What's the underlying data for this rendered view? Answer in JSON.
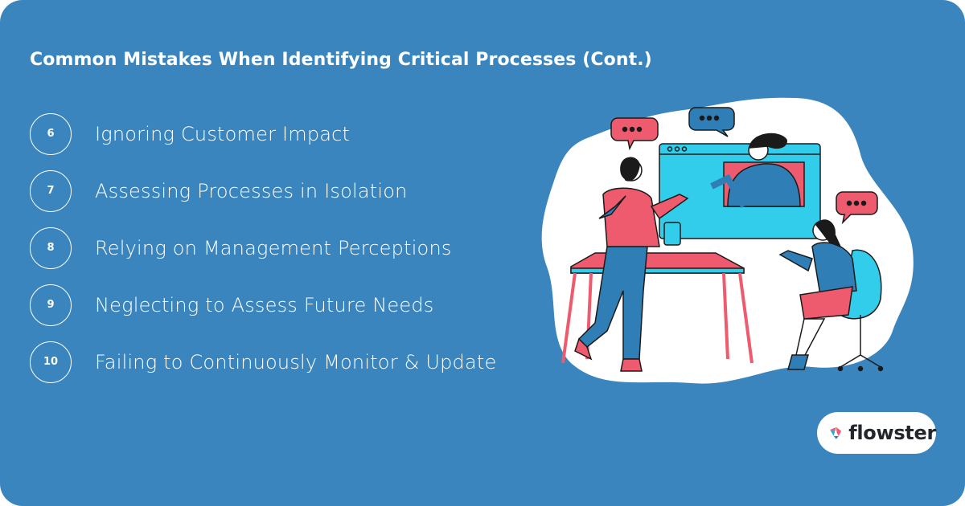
{
  "header": {
    "title": "Common Mistakes When Identifying Critical Processes (Cont.)"
  },
  "items": [
    {
      "number": "6",
      "label": "Ignoring Customer Impact"
    },
    {
      "number": "7",
      "label": "Assessing Processes in Isolation"
    },
    {
      "number": "8",
      "label": "Relying on Management Perceptions"
    },
    {
      "number": "9",
      "label": "Neglecting to Assess Future Needs"
    },
    {
      "number": "10",
      "label": "Failing to Continuously Monitor & Update"
    }
  ],
  "illustration": {
    "description": "three-people-video-meeting-illustration",
    "speech_bubble_text": "•••"
  },
  "brand": {
    "name": "flowster",
    "icon": "flowster-logo-icon"
  },
  "colors": {
    "background": "#3a85bd",
    "text": "#ffffff",
    "accent_red": "#ee5b6f",
    "accent_cyan": "#32cdea",
    "accent_blue": "#2f7fb6",
    "logo_text": "#23262b"
  }
}
